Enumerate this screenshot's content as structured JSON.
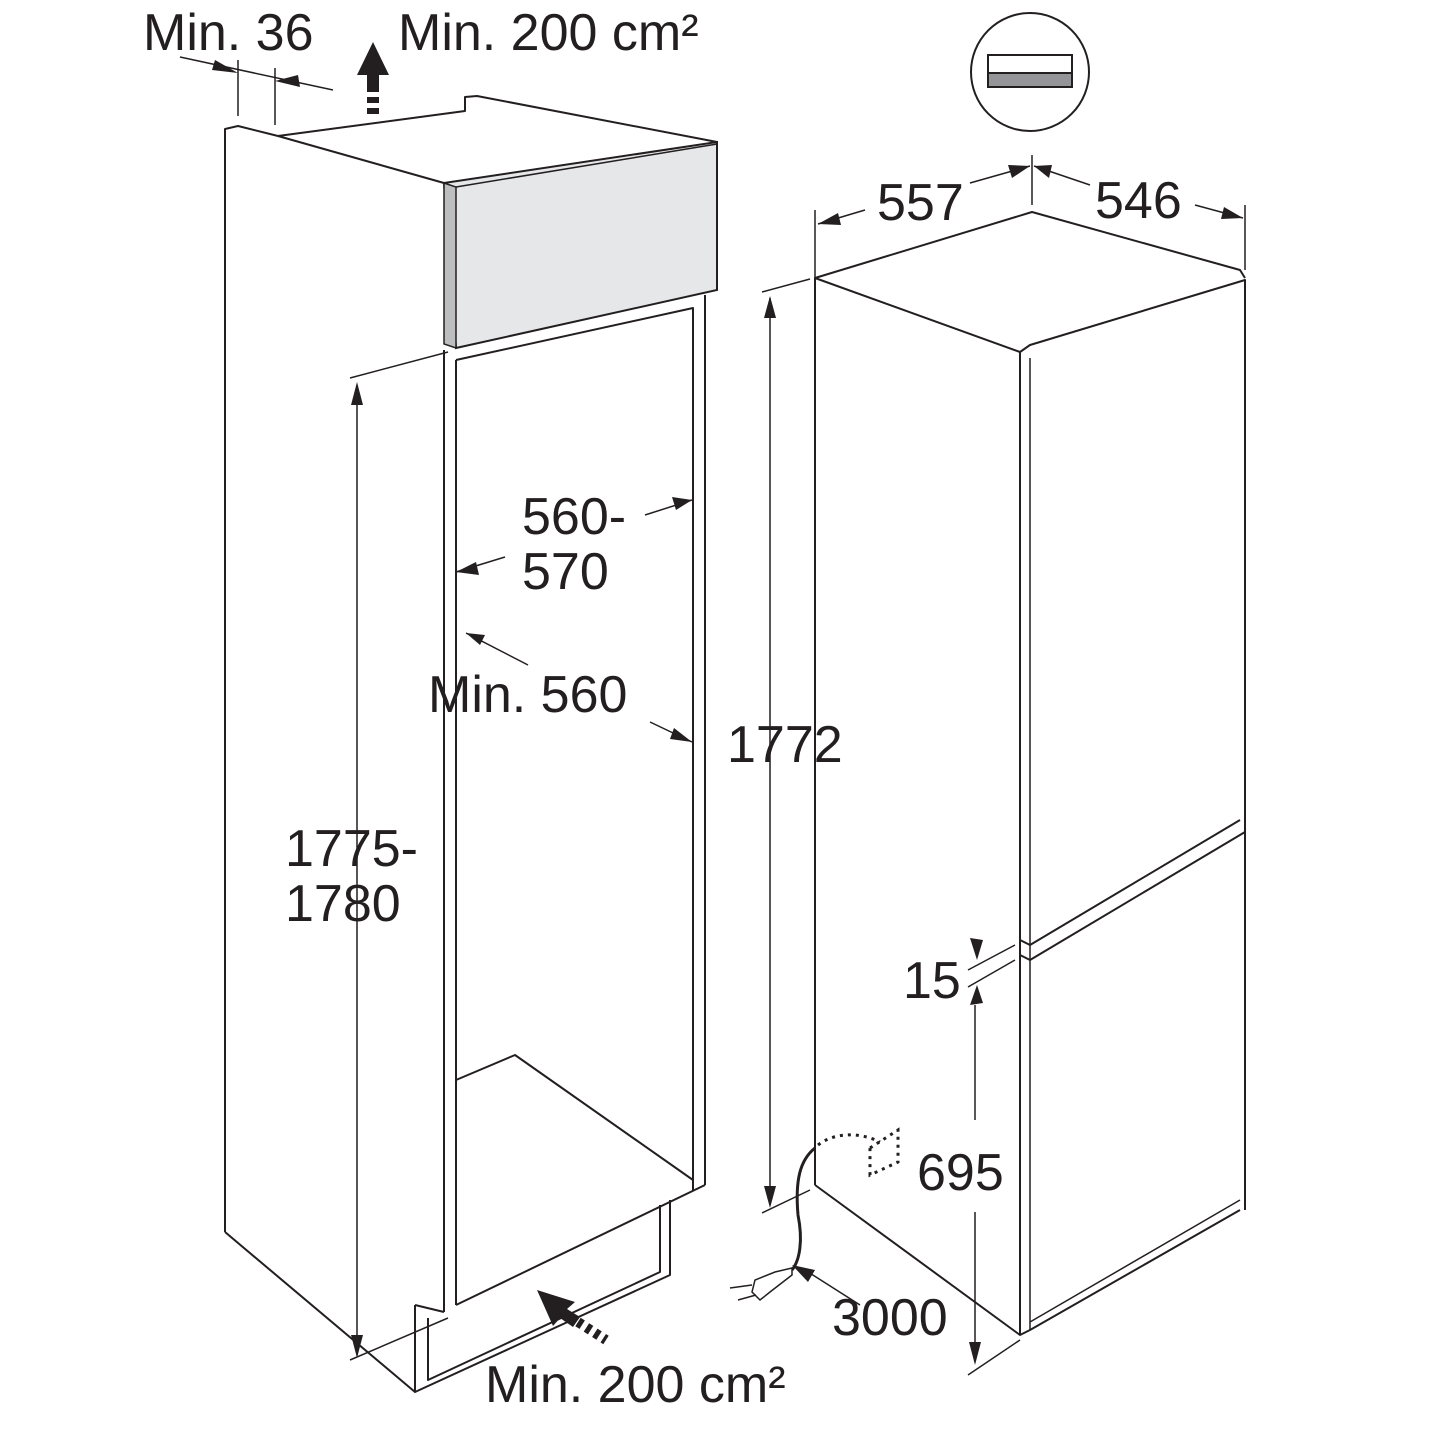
{
  "labels": {
    "top_clearance": "Min. 36",
    "top_vent": "Min. 200 cm²",
    "niche_width_1": "560-",
    "niche_width_2": "570",
    "min_depth": "Min. 560",
    "niche_height_1": "1775-",
    "niche_height_2": "1780",
    "appliance_height": "1772",
    "appliance_width": "557",
    "appliance_depth": "546",
    "door_gap": "15",
    "lower_door_height": "695",
    "cable_length": "3000",
    "bottom_vent": "Min. 200 cm²"
  },
  "colors": {
    "line": "#231f20",
    "panel": "#e6e7e8",
    "panel_edge": "#bcbec0"
  },
  "icons": [
    "ventilation-arrow-icon",
    "mounting-type-icon",
    "power-plug-icon"
  ]
}
